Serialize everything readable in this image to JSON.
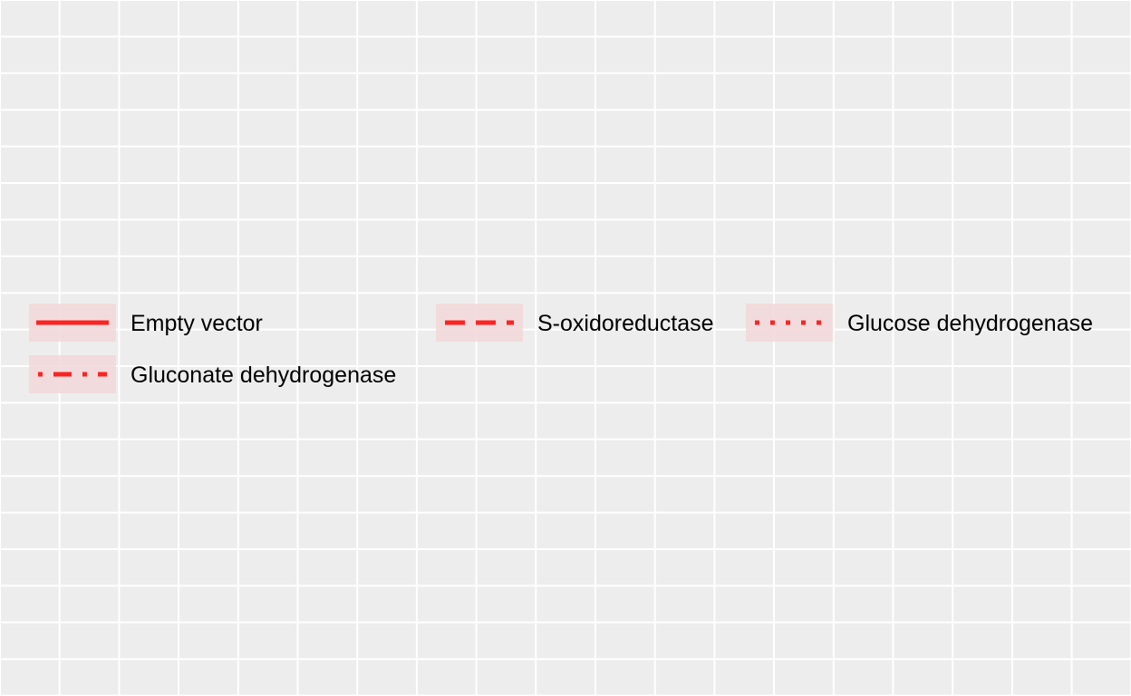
{
  "chart_data": {
    "type": "line",
    "title": "",
    "xlabel": "",
    "ylabel": "",
    "grid": true,
    "legend_placement": "center",
    "series": [
      {
        "name": "Empty vector",
        "linetype": "solid",
        "color": "#ff0000"
      },
      {
        "name": "S-oxidoreductase",
        "linetype": "dashed",
        "color": "#ff0000"
      },
      {
        "name": "Glucose dehydrogenase",
        "linetype": "dotted",
        "color": "#ff0000"
      },
      {
        "name": "Gluconate dehydrogenase",
        "linetype": "dotdash",
        "color": "#ff0000"
      }
    ],
    "colors": {
      "panel_background": "#ededed",
      "grid": "#ffffff",
      "legend_key_fill": "#f4d8da",
      "series": "#ff0000"
    }
  }
}
